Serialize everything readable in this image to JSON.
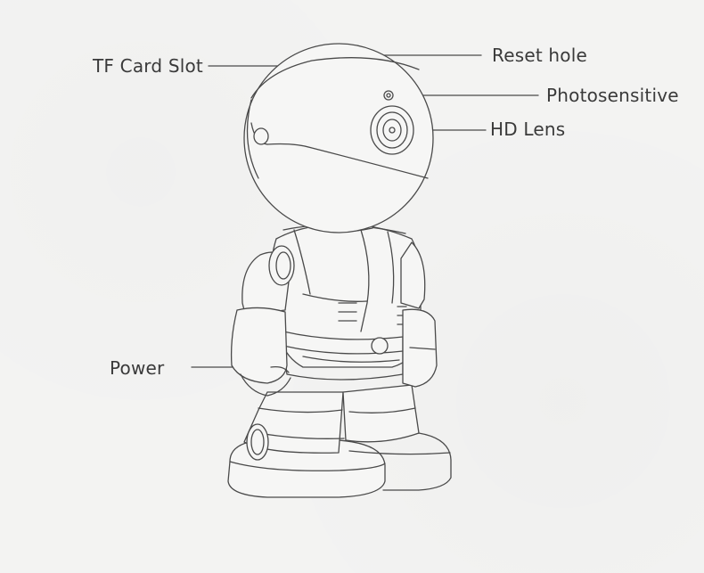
{
  "labels": {
    "tf_card_slot": "TF Card Slot",
    "reset_hole": "Reset hole",
    "photosensitive": "Photosensitive",
    "hd_lens": "HD Lens",
    "power": "Power"
  },
  "colors": {
    "background": "#f3f3f2",
    "line": "#4a4a4a",
    "text": "#3a3a3a"
  }
}
